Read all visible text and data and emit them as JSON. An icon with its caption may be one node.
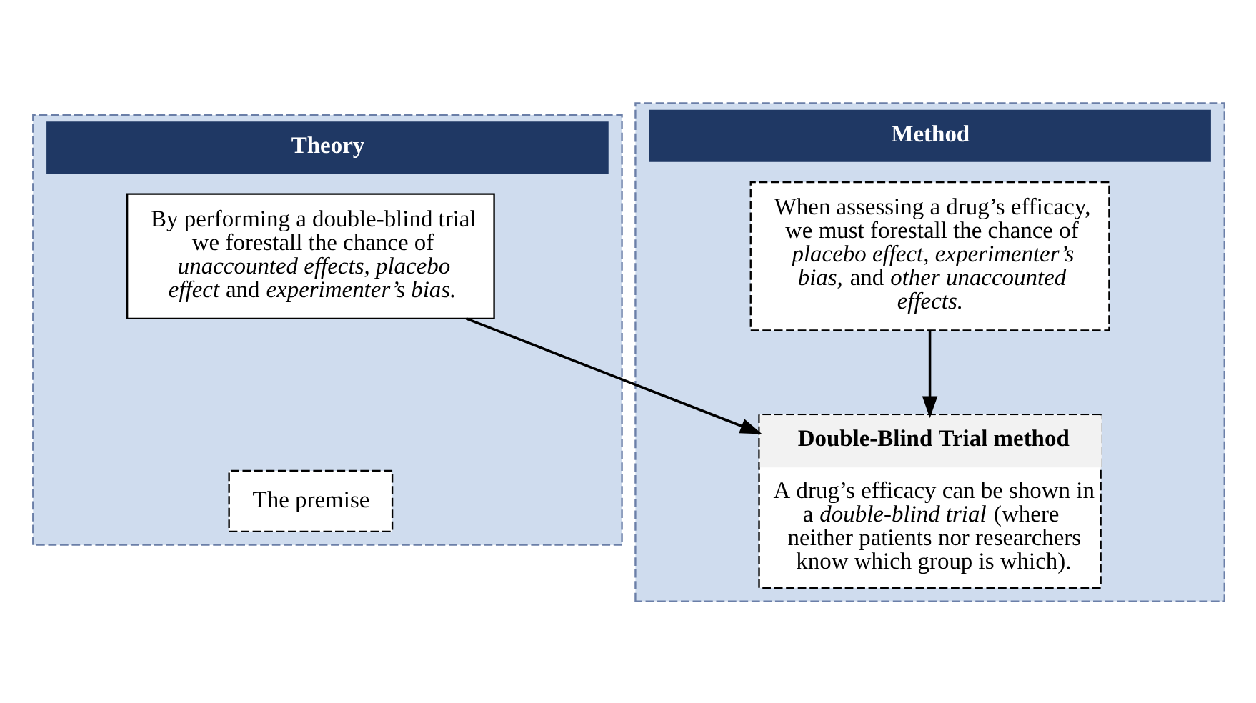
{
  "diagram": {
    "nodes": [
      {
        "text": [
          "Theory"
        ]
      },
      {
        "text": [
          "Method"
        ]
      },
      {
        "text": [
          "By performing a double-blind trial we forestall the chance of *unaccounted effects*, *placebo effect* and *experimenter’s bias*."
        ],
        "in": 0
      },
      {
        "text": [
          "The premise"
        ],
        "in": 0
      },
      {
        "text": [
          "When assessing a drug’s efficacy, we must forestall the chance of *placebo effect*, *experimenter’s bias*, and *other unaccounted effects*."
        ],
        "in": 1
      },
      {
        "text": [
          "Double-Blind Trial method",
          "A drug’s efficacy can be shown in a *double-blind trial* (where neither patients nor researchers know which group is which)."
        ],
        "in": 1
      }
    ],
    "edges": [
      {
        "from": 2,
        "to": 5,
        "arrow": "to"
      },
      {
        "from": 4,
        "to": 5,
        "arrow": "to"
      }
    ]
  }
}
